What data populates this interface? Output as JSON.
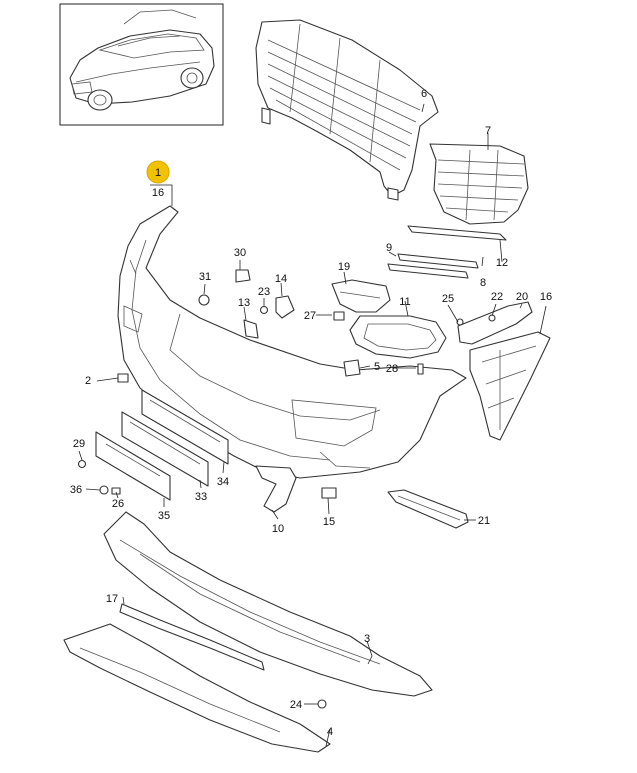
{
  "highlight": {
    "number": "1",
    "sub": "16",
    "color": "#f2c200"
  },
  "callouts": [
    {
      "id": "2",
      "text": "2"
    },
    {
      "id": "3",
      "text": "3"
    },
    {
      "id": "4",
      "text": "4"
    },
    {
      "id": "5",
      "text": "5"
    },
    {
      "id": "6",
      "text": "6"
    },
    {
      "id": "7",
      "text": "7"
    },
    {
      "id": "8",
      "text": "8"
    },
    {
      "id": "9",
      "text": "9"
    },
    {
      "id": "10",
      "text": "10"
    },
    {
      "id": "11",
      "text": "11"
    },
    {
      "id": "12",
      "text": "12"
    },
    {
      "id": "13",
      "text": "13"
    },
    {
      "id": "14",
      "text": "14"
    },
    {
      "id": "15",
      "text": "15"
    },
    {
      "id": "16",
      "text": "16"
    },
    {
      "id": "17",
      "text": "17"
    },
    {
      "id": "19",
      "text": "19"
    },
    {
      "id": "20",
      "text": "20"
    },
    {
      "id": "21",
      "text": "21"
    },
    {
      "id": "22",
      "text": "22"
    },
    {
      "id": "23",
      "text": "23"
    },
    {
      "id": "24",
      "text": "24"
    },
    {
      "id": "25",
      "text": "25"
    },
    {
      "id": "26",
      "text": "26"
    },
    {
      "id": "27",
      "text": "27"
    },
    {
      "id": "28",
      "text": "28"
    },
    {
      "id": "29",
      "text": "29"
    },
    {
      "id": "30",
      "text": "30"
    },
    {
      "id": "31",
      "text": "31"
    },
    {
      "id": "33",
      "text": "33"
    },
    {
      "id": "34",
      "text": "34"
    },
    {
      "id": "35",
      "text": "35"
    },
    {
      "id": "36",
      "text": "36"
    }
  ]
}
